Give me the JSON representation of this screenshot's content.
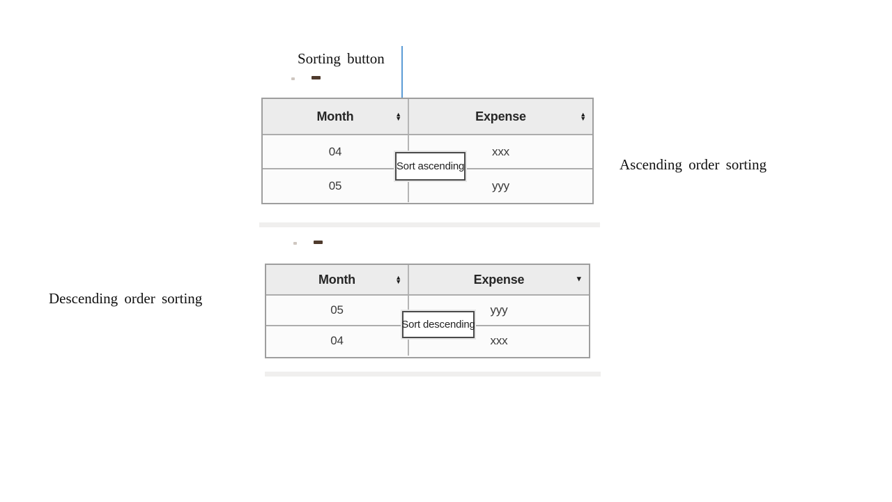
{
  "callouts": {
    "sorting_button": "Sorting button",
    "ascending": "Ascending order sorting",
    "descending": "Descending order sorting"
  },
  "tables": {
    "ascending": {
      "columns": [
        {
          "label": "Month",
          "sort_icon": "sort-both"
        },
        {
          "label": "Expense",
          "sort_icon": "sort-both"
        }
      ],
      "rows": [
        {
          "month": "04",
          "expense": "xxx"
        },
        {
          "month": "05",
          "expense": "yyy"
        }
      ],
      "tooltip": "Sort ascending"
    },
    "descending": {
      "columns": [
        {
          "label": "Month",
          "sort_icon": "sort-both"
        },
        {
          "label": "Expense",
          "sort_icon": "sort-desc"
        }
      ],
      "rows": [
        {
          "month": "05",
          "expense": "yyy"
        },
        {
          "month": "04",
          "expense": "xxx"
        }
      ],
      "tooltip": "Sort descending"
    }
  },
  "colors": {
    "arrow_blue": "#5b9bd5",
    "header_bg": "#ececec",
    "row_bg": "#fbfbfb",
    "table_border": "#9e9e9e",
    "tooltip_border": "#4a4a4a",
    "text": "#3a3a3a"
  }
}
